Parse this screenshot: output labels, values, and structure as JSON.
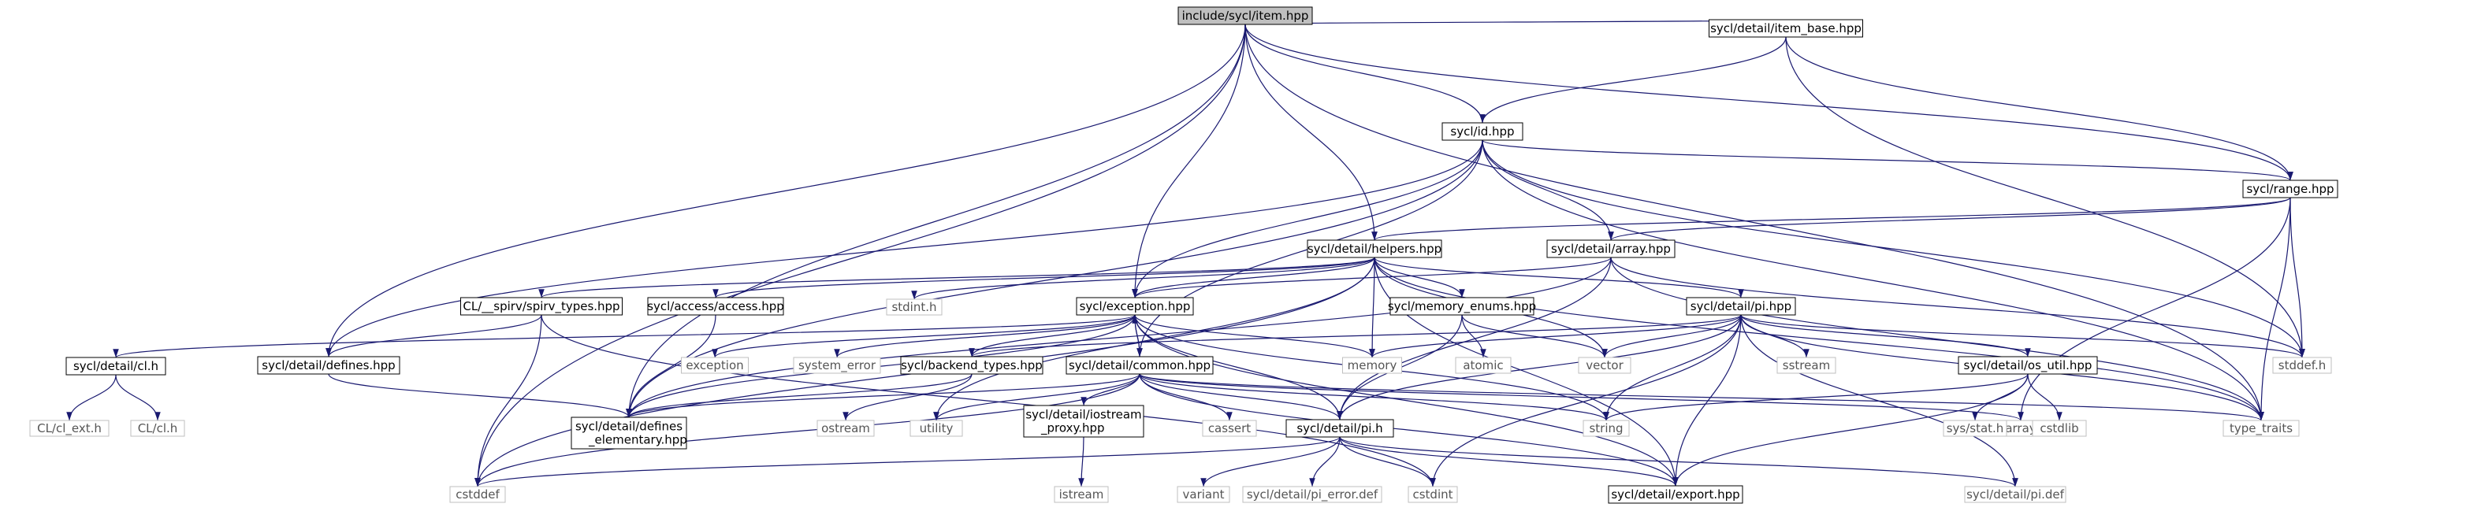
{
  "colors": {
    "edge": "#191970",
    "node_border": "#000000",
    "node_fill": "#ffffff",
    "root_fill": "#bfbfbf",
    "external_border": "#bfbfbf",
    "text": "#000000",
    "external_text": "#555555"
  },
  "nodes": [
    {
      "id": "item",
      "lines": [
        "include/sycl/item.hpp"
      ],
      "style": "root"
    },
    {
      "id": "item_base",
      "lines": [
        "sycl/detail/item_base.hpp"
      ],
      "style": "normal"
    },
    {
      "id": "id",
      "lines": [
        "sycl/id.hpp"
      ],
      "style": "normal"
    },
    {
      "id": "range",
      "lines": [
        "sycl/range.hpp"
      ],
      "style": "normal"
    },
    {
      "id": "helpers",
      "lines": [
        "sycl/detail/helpers.hpp"
      ],
      "style": "normal"
    },
    {
      "id": "array",
      "lines": [
        "sycl/detail/array.hpp"
      ],
      "style": "normal"
    },
    {
      "id": "spirv_types",
      "lines": [
        "CL/__spirv/spirv_types.hpp"
      ],
      "style": "normal"
    },
    {
      "id": "access",
      "lines": [
        "sycl/access/access.hpp"
      ],
      "style": "normal"
    },
    {
      "id": "stdint",
      "lines": [
        "stdint.h"
      ],
      "style": "external"
    },
    {
      "id": "exception",
      "lines": [
        "sycl/exception.hpp"
      ],
      "style": "normal"
    },
    {
      "id": "memory_enums",
      "lines": [
        "sycl/memory_enums.hpp"
      ],
      "style": "normal"
    },
    {
      "id": "pi_hpp",
      "lines": [
        "sycl/detail/pi.hpp"
      ],
      "style": "normal"
    },
    {
      "id": "cl_h",
      "lines": [
        "sycl/detail/cl.h"
      ],
      "style": "normal"
    },
    {
      "id": "defines",
      "lines": [
        "sycl/detail/defines.hpp"
      ],
      "style": "normal"
    },
    {
      "id": "exception_std",
      "lines": [
        "exception"
      ],
      "style": "external"
    },
    {
      "id": "system_error",
      "lines": [
        "system_error"
      ],
      "style": "external"
    },
    {
      "id": "backend_types",
      "lines": [
        "sycl/backend_types.hpp"
      ],
      "style": "normal"
    },
    {
      "id": "common",
      "lines": [
        "sycl/detail/common.hpp"
      ],
      "style": "normal"
    },
    {
      "id": "memory",
      "lines": [
        "memory"
      ],
      "style": "external"
    },
    {
      "id": "atomic",
      "lines": [
        "atomic"
      ],
      "style": "external"
    },
    {
      "id": "vector",
      "lines": [
        "vector"
      ],
      "style": "external"
    },
    {
      "id": "sstream",
      "lines": [
        "sstream"
      ],
      "style": "external"
    },
    {
      "id": "os_util",
      "lines": [
        "sycl/detail/os_util.hpp"
      ],
      "style": "normal"
    },
    {
      "id": "stddef_h",
      "lines": [
        "stddef.h"
      ],
      "style": "external"
    },
    {
      "id": "cl_ext",
      "lines": [
        "CL/cl_ext.h"
      ],
      "style": "external"
    },
    {
      "id": "cl_cl",
      "lines": [
        "CL/cl.h"
      ],
      "style": "external"
    },
    {
      "id": "defines_elem",
      "lines": [
        "sycl/detail/defines",
        "_elementary.hpp"
      ],
      "style": "normal"
    },
    {
      "id": "ostream",
      "lines": [
        "ostream"
      ],
      "style": "external"
    },
    {
      "id": "utility",
      "lines": [
        "utility"
      ],
      "style": "external"
    },
    {
      "id": "iostream_proxy",
      "lines": [
        "sycl/detail/iostream",
        "_proxy.hpp"
      ],
      "style": "normal"
    },
    {
      "id": "cassert",
      "lines": [
        "cassert"
      ],
      "style": "external"
    },
    {
      "id": "pi_h",
      "lines": [
        "sycl/detail/pi.h"
      ],
      "style": "normal"
    },
    {
      "id": "string",
      "lines": [
        "string"
      ],
      "style": "external"
    },
    {
      "id": "array_std",
      "lines": [
        "array"
      ],
      "style": "external"
    },
    {
      "id": "type_traits",
      "lines": [
        "type_traits"
      ],
      "style": "external"
    },
    {
      "id": "sys_stat",
      "lines": [
        "sys/stat.h"
      ],
      "style": "external"
    },
    {
      "id": "cstdlib",
      "lines": [
        "cstdlib"
      ],
      "style": "external"
    },
    {
      "id": "cstddef",
      "lines": [
        "cstddef"
      ],
      "style": "external"
    },
    {
      "id": "istream",
      "lines": [
        "istream"
      ],
      "style": "external"
    },
    {
      "id": "variant",
      "lines": [
        "variant"
      ],
      "style": "external"
    },
    {
      "id": "pi_error_def",
      "lines": [
        "sycl/detail/pi_error.def"
      ],
      "style": "external"
    },
    {
      "id": "cstdint",
      "lines": [
        "cstdint"
      ],
      "style": "external"
    },
    {
      "id": "export",
      "lines": [
        "sycl/detail/export.hpp"
      ],
      "style": "normal"
    },
    {
      "id": "pi_def",
      "lines": [
        "sycl/detail/pi.def"
      ],
      "style": "external"
    }
  ],
  "edges": [
    [
      "item",
      "item_base"
    ],
    [
      "item",
      "id"
    ],
    [
      "item",
      "range"
    ],
    [
      "item",
      "helpers"
    ],
    [
      "item",
      "exception"
    ],
    [
      "item",
      "defines"
    ],
    [
      "item",
      "defines_elem"
    ],
    [
      "item",
      "cstddef"
    ],
    [
      "item",
      "type_traits"
    ],
    [
      "item_base",
      "id"
    ],
    [
      "item_base",
      "range"
    ],
    [
      "item_base",
      "stddef_h"
    ],
    [
      "id",
      "range"
    ],
    [
      "id",
      "array"
    ],
    [
      "id",
      "common"
    ],
    [
      "id",
      "exception"
    ],
    [
      "id",
      "defines"
    ],
    [
      "id",
      "defines_elem"
    ],
    [
      "id",
      "stddef_h"
    ],
    [
      "id",
      "type_traits"
    ],
    [
      "range",
      "helpers"
    ],
    [
      "range",
      "array"
    ],
    [
      "range",
      "stddef_h"
    ],
    [
      "range",
      "type_traits"
    ],
    [
      "range",
      "array_std"
    ],
    [
      "helpers",
      "spirv_types"
    ],
    [
      "helpers",
      "access"
    ],
    [
      "helpers",
      "stdint"
    ],
    [
      "helpers",
      "exception"
    ],
    [
      "helpers",
      "memory_enums"
    ],
    [
      "helpers",
      "pi_hpp"
    ],
    [
      "helpers",
      "memory"
    ],
    [
      "helpers",
      "vector"
    ],
    [
      "helpers",
      "type_traits"
    ],
    [
      "helpers",
      "export"
    ],
    [
      "helpers",
      "cstddef"
    ],
    [
      "helpers",
      "utility"
    ],
    [
      "array",
      "exception"
    ],
    [
      "array",
      "pi_h"
    ],
    [
      "array",
      "stddef_h"
    ],
    [
      "array",
      "type_traits"
    ],
    [
      "array",
      "defines_elem"
    ],
    [
      "spirv_types",
      "defines"
    ],
    [
      "spirv_types",
      "cstddef"
    ],
    [
      "spirv_types",
      "cstdint"
    ],
    [
      "access",
      "defines_elem"
    ],
    [
      "exception",
      "common"
    ],
    [
      "exception",
      "backend_types"
    ],
    [
      "exception",
      "exception_std"
    ],
    [
      "exception",
      "system_error"
    ],
    [
      "exception",
      "memory"
    ],
    [
      "exception",
      "string"
    ],
    [
      "exception",
      "pi_h"
    ],
    [
      "exception",
      "export"
    ],
    [
      "exception",
      "cl_h"
    ],
    [
      "exception",
      "defines_elem"
    ],
    [
      "memory_enums",
      "atomic"
    ],
    [
      "memory_enums",
      "vector"
    ],
    [
      "memory_enums",
      "pi_h"
    ],
    [
      "pi_hpp",
      "backend_types"
    ],
    [
      "pi_hpp",
      "os_util"
    ],
    [
      "pi_hpp",
      "pi_h"
    ],
    [
      "pi_hpp",
      "memory"
    ],
    [
      "pi_hpp",
      "vector"
    ],
    [
      "pi_hpp",
      "sstream"
    ],
    [
      "pi_hpp",
      "string"
    ],
    [
      "pi_hpp",
      "stddef_h"
    ],
    [
      "pi_hpp",
      "type_traits"
    ],
    [
      "pi_hpp",
      "export"
    ],
    [
      "pi_hpp",
      "cstdint"
    ],
    [
      "pi_hpp",
      "pi_def"
    ],
    [
      "cl_h",
      "cl_ext"
    ],
    [
      "cl_h",
      "cl_cl"
    ],
    [
      "defines",
      "defines_elem"
    ],
    [
      "backend_types",
      "defines_elem"
    ],
    [
      "backend_types",
      "ostream"
    ],
    [
      "common",
      "exception"
    ],
    [
      "common",
      "defines_elem"
    ],
    [
      "common",
      "iostream_proxy"
    ],
    [
      "common",
      "cassert"
    ],
    [
      "common",
      "pi_h"
    ],
    [
      "common",
      "utility"
    ],
    [
      "common",
      "string"
    ],
    [
      "common",
      "array_std"
    ],
    [
      "common",
      "type_traits"
    ],
    [
      "common",
      "export"
    ],
    [
      "common",
      "cstddef"
    ],
    [
      "os_util",
      "export"
    ],
    [
      "os_util",
      "sys_stat"
    ],
    [
      "os_util",
      "cstdlib"
    ],
    [
      "os_util",
      "string"
    ],
    [
      "iostream_proxy",
      "istream"
    ],
    [
      "pi_h",
      "pi_error_def"
    ],
    [
      "pi_h",
      "cstdint"
    ],
    [
      "pi_h",
      "variant"
    ],
    [
      "pi_h",
      "export"
    ],
    [
      "pi_h",
      "pi_def"
    ],
    [
      "pi_h",
      "cstddef"
    ]
  ]
}
